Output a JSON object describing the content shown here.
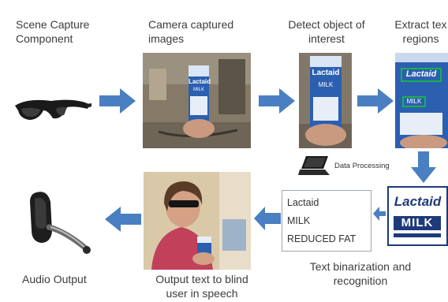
{
  "labels": {
    "scene_capture": "Scene Capture Component",
    "camera_captured": "Camera captured images",
    "detect_object": "Detect  object of interest",
    "extract_text": "Extract tex regions",
    "data_processing": "Data Processing",
    "audio_output": "Audio Output",
    "output_text": "Output text to blind user in speech",
    "binarization": "Text binarization and recognition"
  },
  "recognized_text": [
    "Lactaid",
    "MILK",
    "REDUCED FAT"
  ],
  "binarized_badge": {
    "brand": "Lactaid",
    "product": "MILK"
  },
  "carton_label": {
    "brand": "Lactaid",
    "product": "MILK"
  },
  "colors": {
    "arrow": "#4a7fc1",
    "badge_border": "#1e3a7a",
    "carton": "#2b5fb0"
  },
  "icons": [
    "smart-glasses-icon",
    "laptop-icon",
    "bluetooth-headset-icon"
  ]
}
